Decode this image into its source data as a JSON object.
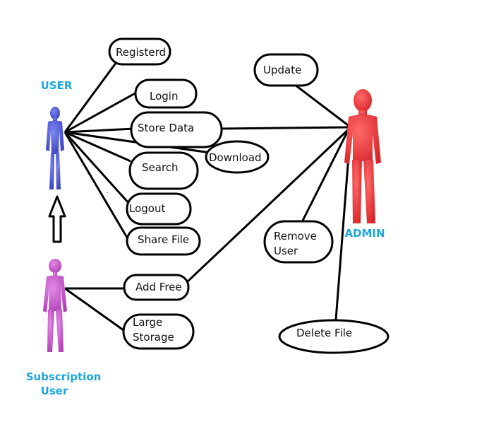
{
  "actors": {
    "user": {
      "label": "USER",
      "color": "#4a55d6"
    },
    "admin": {
      "label": "ADMIN",
      "color": "#e8363a"
    },
    "subscription": {
      "label_line1": "Subscription",
      "label_line2": "User",
      "color": "#c454c8"
    }
  },
  "label_color": "#1ea7dc",
  "use_cases": {
    "registerd": "Registerd",
    "login": "Login",
    "store_data": "Store Data",
    "download": "Download",
    "search": "Search",
    "logout": "Logout",
    "share_file": "Share File",
    "add_free": "Add Free",
    "large_storage_1": "Large",
    "large_storage_2": "Storage",
    "update": "Update",
    "remove_user_1": "Remove",
    "remove_user_2": "User",
    "delete_file": "Delete File"
  }
}
